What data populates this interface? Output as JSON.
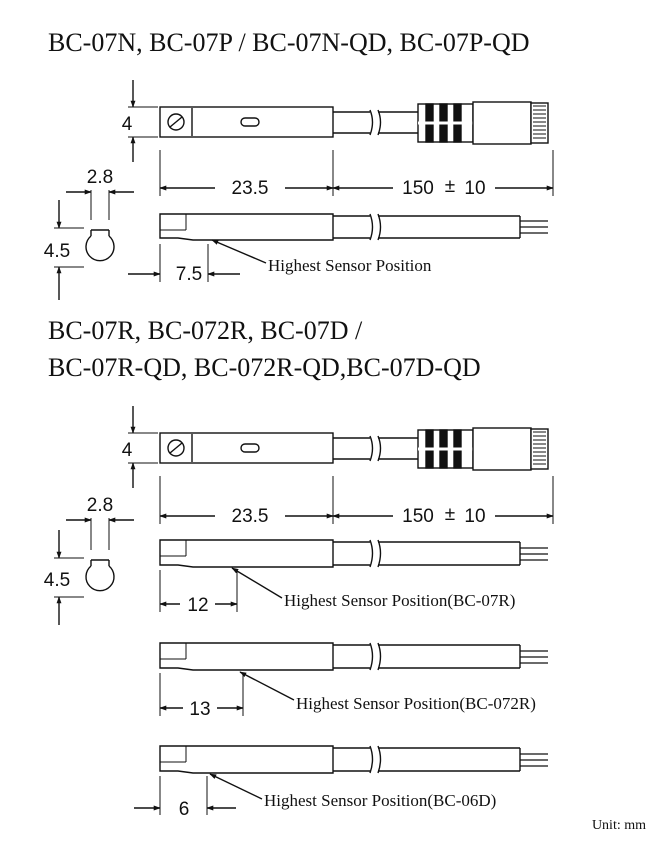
{
  "section1": {
    "title": "BC-07N, BC-07P / BC-07N-QD, BC-07P-QD",
    "dims": {
      "height": "4",
      "width": "2.8",
      "profile_height": "4.5",
      "body_length": "23.5",
      "cable_length": "150",
      "tolerance_symbol": "±",
      "cable_tolerance": "10",
      "sensor_offset": "7.5"
    },
    "label": "Highest Sensor Position"
  },
  "section2": {
    "title_line1": "BC-07R, BC-072R, BC-07D /",
    "title_line2": "BC-07R-QD, BC-072R-QD,BC-07D-QD",
    "dims": {
      "height": "4",
      "width": "2.8",
      "profile_height": "4.5",
      "body_length": "23.5",
      "cable_length": "150",
      "tolerance_symbol": "±",
      "cable_tolerance": "10"
    },
    "variants": [
      {
        "offset": "12",
        "label": "Highest Sensor Position(BC-07R)"
      },
      {
        "offset": "13",
        "label": "Highest Sensor Position(BC-072R)"
      },
      {
        "offset": "6",
        "label": "Highest Sensor Position(BC-06D)"
      }
    ]
  },
  "unit": "Unit: mm"
}
